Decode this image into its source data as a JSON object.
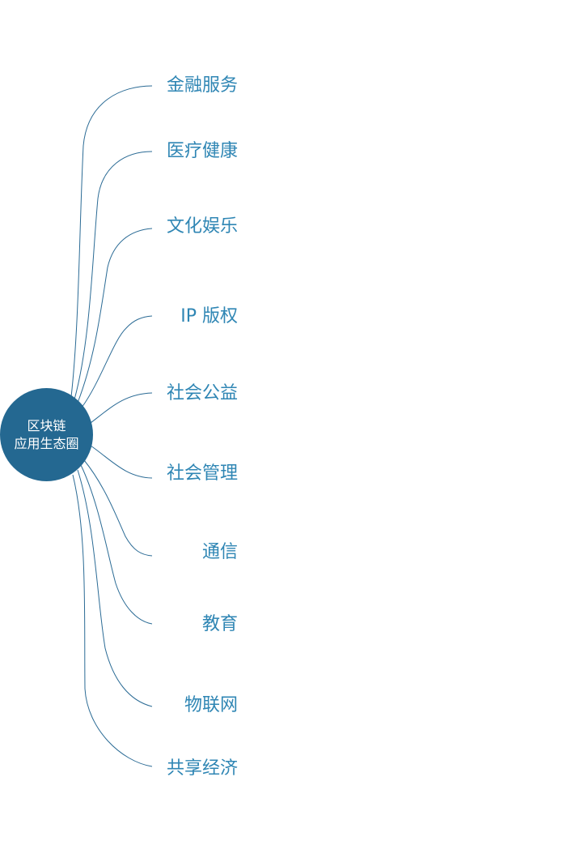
{
  "hub": {
    "line1": "区块链",
    "line2": "应用生态圈",
    "color": "#246891"
  },
  "branches": [
    {
      "label": "金融服务"
    },
    {
      "label": "医疗健康"
    },
    {
      "label": "文化娱乐"
    },
    {
      "label": "IP 版权"
    },
    {
      "label": "社会公益"
    },
    {
      "label": "社会管理"
    },
    {
      "label": "通信"
    },
    {
      "label": "教育"
    },
    {
      "label": "物联网"
    },
    {
      "label": "共享经济"
    }
  ],
  "colors": {
    "branch_text": "#2f86b4",
    "connector": "#2b6b95"
  }
}
